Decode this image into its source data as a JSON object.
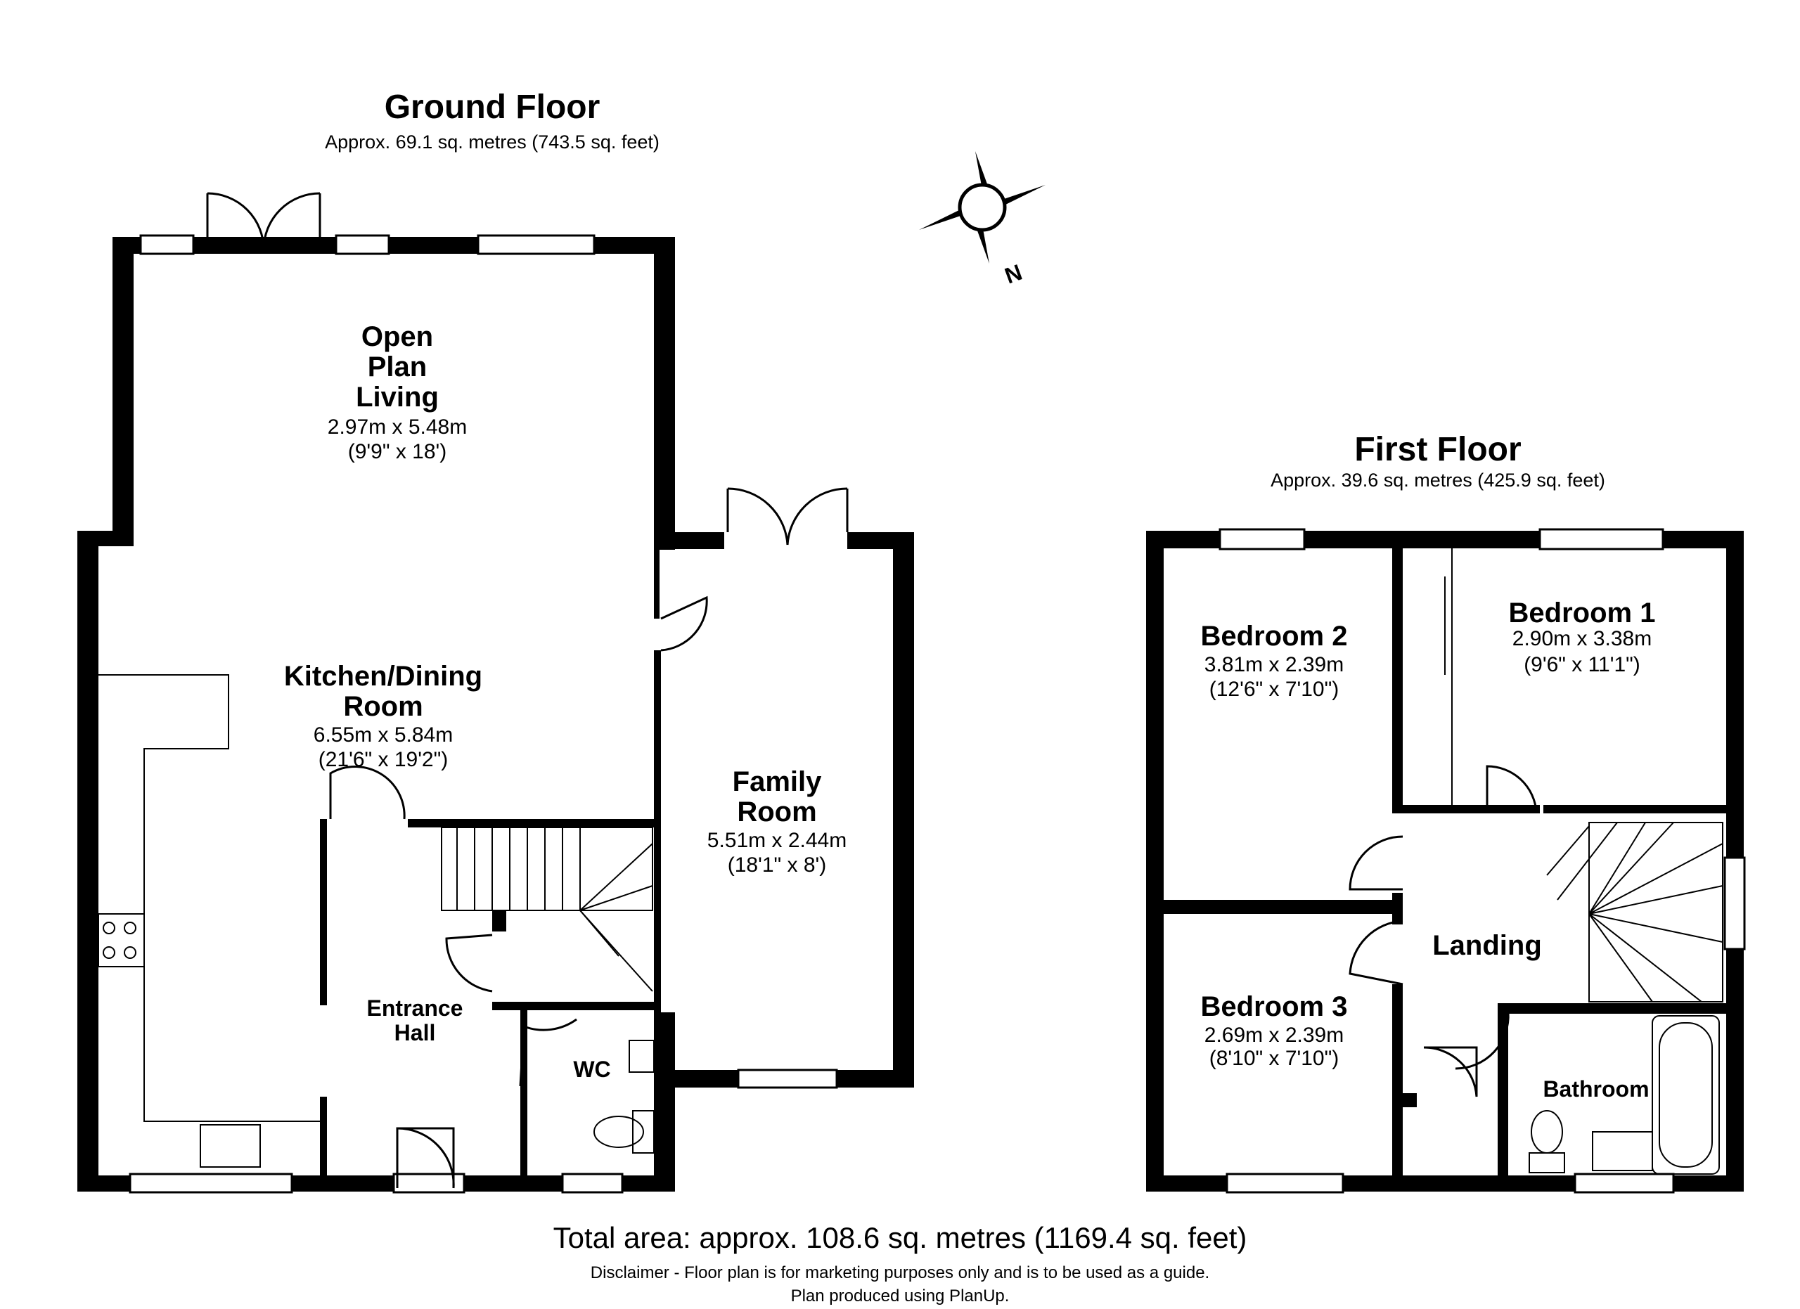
{
  "ground_floor": {
    "title": "Ground Floor",
    "area": "Approx. 69.1 sq. metres (743.5 sq. feet)",
    "rooms": {
      "open_plan_living": {
        "name_l1": "Open",
        "name_l2": "Plan",
        "name_l3": "Living",
        "dim_m": "2.97m x 5.48m",
        "dim_ft": "(9'9\" x 18')"
      },
      "kitchen_dining": {
        "name_l1": "Kitchen/Dining",
        "name_l2": "Room",
        "dim_m": "6.55m x 5.84m",
        "dim_ft": "(21'6\" x 19'2\")"
      },
      "family_room": {
        "name_l1": "Family",
        "name_l2": "Room",
        "dim_m": "5.51m x 2.44m",
        "dim_ft": "(18'1\" x 8')"
      },
      "entrance_hall": {
        "name_l1": "Entrance",
        "name_l2": "Hall"
      },
      "wc": {
        "name": "WC"
      }
    }
  },
  "first_floor": {
    "title": "First Floor",
    "area": "Approx. 39.6 sq. metres (425.9 sq. feet)",
    "rooms": {
      "bedroom_1": {
        "name": "Bedroom 1",
        "dim_m": "2.90m x 3.38m",
        "dim_ft": "(9'6\" x 11'1\")"
      },
      "bedroom_2": {
        "name": "Bedroom 2",
        "dim_m": "3.81m x 2.39m",
        "dim_ft": "(12'6\" x 7'10\")"
      },
      "bedroom_3": {
        "name": "Bedroom 3",
        "dim_m": "2.69m x 2.39m",
        "dim_ft": "(8'10\" x 7'10\")"
      },
      "landing": {
        "name": "Landing"
      },
      "bathroom": {
        "name": "Bathroom"
      }
    }
  },
  "compass": {
    "label": "N",
    "icon": "compass-rose-icon"
  },
  "footer": {
    "total": "Total area: approx. 108.6 sq. metres (1169.4 sq. feet)",
    "disclaimer_l1": "Disclaimer - Floor plan is for marketing purposes only and is to be used as a guide.",
    "disclaimer_l2": "Plan produced using PlanUp."
  }
}
